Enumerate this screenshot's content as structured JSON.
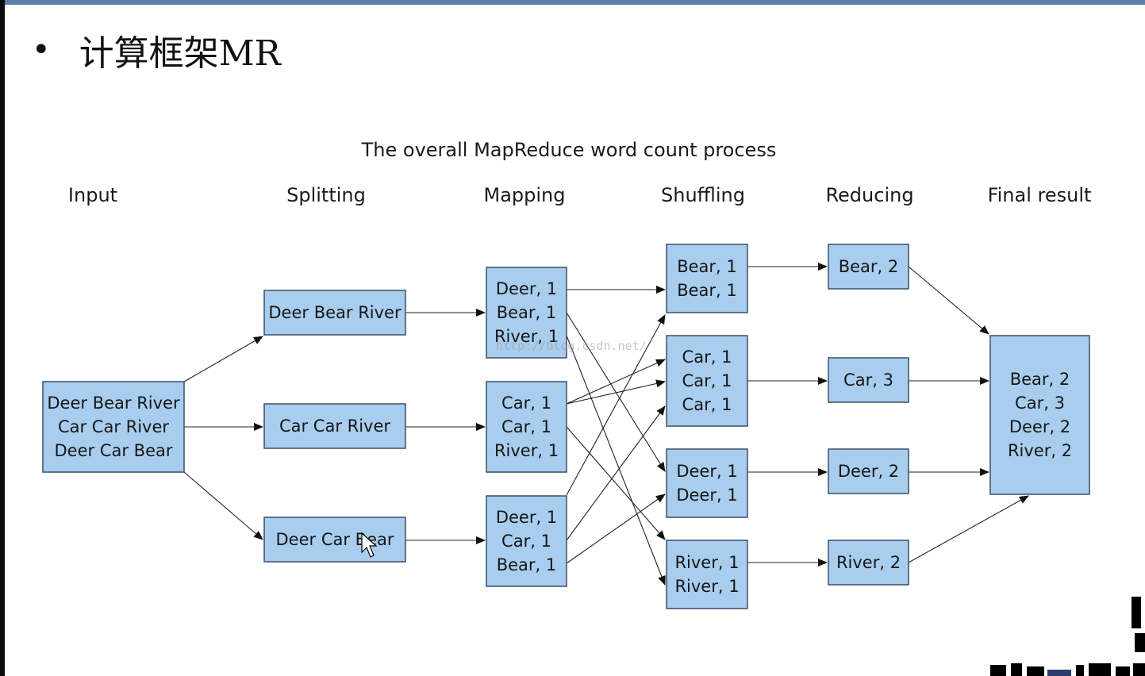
{
  "slide": {
    "bullet": "•",
    "title": "计算框架MR"
  },
  "diagram": {
    "title": "The overall MapReduce word count process",
    "watermark": "http://blog.csdn.net/",
    "stages": [
      "Input",
      "Splitting",
      "Mapping",
      "Shuffling",
      "Reducing",
      "Final result"
    ],
    "nodes": [
      {
        "id": "input",
        "lines": [
          "Deer Bear River",
          "Car Car River",
          "Deer Car Bear"
        ]
      },
      {
        "id": "split1",
        "lines": [
          "Deer Bear River"
        ]
      },
      {
        "id": "split2",
        "lines": [
          "Car Car River"
        ]
      },
      {
        "id": "split3",
        "lines": [
          "Deer Car Bear"
        ]
      },
      {
        "id": "map1",
        "lines": [
          "Deer, 1",
          "Bear, 1",
          "River, 1"
        ]
      },
      {
        "id": "map2",
        "lines": [
          "Car, 1",
          "Car, 1",
          "River, 1"
        ]
      },
      {
        "id": "map3",
        "lines": [
          "Deer, 1",
          "Car, 1",
          "Bear, 1"
        ]
      },
      {
        "id": "shuf1",
        "lines": [
          "Bear, 1",
          "Bear, 1"
        ]
      },
      {
        "id": "shuf2",
        "lines": [
          "Car, 1",
          "Car, 1",
          "Car, 1"
        ]
      },
      {
        "id": "shuf3",
        "lines": [
          "Deer, 1",
          "Deer, 1"
        ]
      },
      {
        "id": "shuf4",
        "lines": [
          "River, 1",
          "River, 1"
        ]
      },
      {
        "id": "red1",
        "lines": [
          "Bear, 2"
        ]
      },
      {
        "id": "red2",
        "lines": [
          "Car, 3"
        ]
      },
      {
        "id": "red3",
        "lines": [
          "Deer, 2"
        ]
      },
      {
        "id": "red4",
        "lines": [
          "River, 2"
        ]
      },
      {
        "id": "final",
        "lines": [
          "Bear, 2",
          "Car, 3",
          "Deer, 2",
          "River, 2"
        ]
      }
    ],
    "edges": [
      [
        "input",
        "split1"
      ],
      [
        "input",
        "split2"
      ],
      [
        "input",
        "split3"
      ],
      [
        "split1",
        "map1"
      ],
      [
        "split2",
        "map2"
      ],
      [
        "split3",
        "map3"
      ],
      [
        "map1",
        "shuf1"
      ],
      [
        "map1",
        "shuf3"
      ],
      [
        "map1",
        "shuf4"
      ],
      [
        "map2",
        "shuf2"
      ],
      [
        "map2",
        "shuf2"
      ],
      [
        "map2",
        "shuf4"
      ],
      [
        "map3",
        "shuf3"
      ],
      [
        "map3",
        "shuf2"
      ],
      [
        "map3",
        "shuf1"
      ],
      [
        "shuf1",
        "red1"
      ],
      [
        "shuf2",
        "red2"
      ],
      [
        "shuf3",
        "red3"
      ],
      [
        "shuf4",
        "red4"
      ],
      [
        "red1",
        "final"
      ],
      [
        "red2",
        "final"
      ],
      [
        "red3",
        "final"
      ],
      [
        "red4",
        "final"
      ]
    ]
  }
}
